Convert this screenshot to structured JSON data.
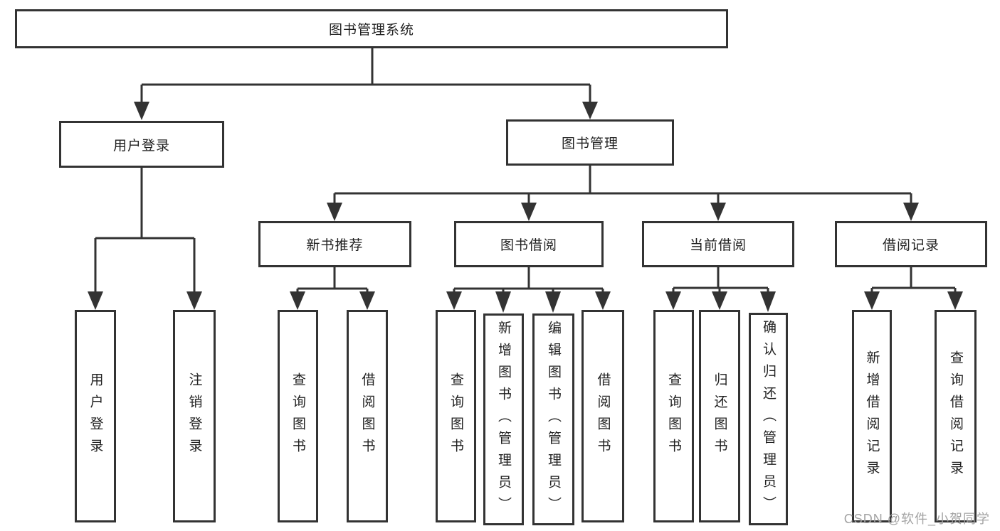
{
  "tree": {
    "label": "图书管理系统",
    "children": [
      {
        "label": "用户登录",
        "children": [
          {
            "label": "用户登录"
          },
          {
            "label": "注销登录"
          }
        ]
      },
      {
        "label": "图书管理",
        "children": [
          {
            "label": "新书推荐",
            "children": [
              {
                "label": "查询图书"
              },
              {
                "label": "借阅图书"
              }
            ]
          },
          {
            "label": "图书借阅",
            "children": [
              {
                "label": "查询图书"
              },
              {
                "label": "新增图书（管理员）"
              },
              {
                "label": "编辑图书（管理员）"
              },
              {
                "label": "借阅图书"
              }
            ]
          },
          {
            "label": "当前借阅",
            "children": [
              {
                "label": "查询图书"
              },
              {
                "label": "归还图书"
              },
              {
                "label": "确认归还（管理员）"
              }
            ]
          },
          {
            "label": "借阅记录",
            "children": [
              {
                "label": "新增借阅记录"
              },
              {
                "label": "查询借阅记录"
              }
            ]
          }
        ]
      }
    ]
  },
  "watermark": {
    "text": "CSDN @软件_小贺同学"
  },
  "colors": {
    "line": "#333333",
    "box_border": "#333333",
    "text": "#212121",
    "watermark": "#a3a3a3",
    "background": "#ffffff"
  }
}
